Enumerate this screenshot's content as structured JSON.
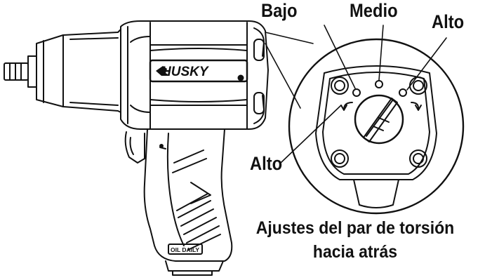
{
  "labels": {
    "low": "Bajo",
    "medium": "Medio",
    "high_top": "Alto",
    "high_left": "Alto"
  },
  "caption": {
    "line1": "Ajustes del par de torsión",
    "line2": "hacia atrás"
  },
  "tool": {
    "brand": "HUSKY",
    "grip_label": "OIL DAILY"
  },
  "colors": {
    "ink": "#111111",
    "background": "#ffffff"
  }
}
